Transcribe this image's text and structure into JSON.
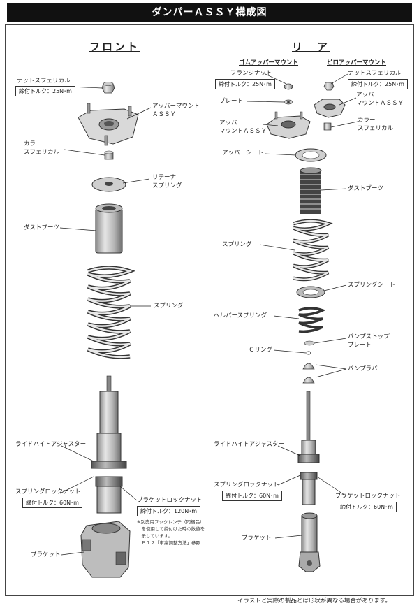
{
  "header": {
    "title": "ダンパーＡＳＳＹ構成図"
  },
  "front": {
    "title": "フロント",
    "labels": {
      "nut_spherical": "ナットスフェリカル",
      "nut_torque": "締付トルク：25N･m",
      "upper_mount": "アッパーマウント\nＡＳＳＹ",
      "collar_spherical": "カラー\nスフェリカル",
      "retainer_spring": "リテーナ\nスプリング",
      "dust_boots": "ダストブーツ",
      "spring": "スプリング",
      "ride_height_adjuster": "ライドハイトアジャスター",
      "spring_lock_nut": "スプリングロックナット",
      "spring_lock_torque": "締付トルク：60N･m",
      "bracket_lock_nut": "ブラケットロックナット",
      "bracket_lock_torque": "締付トルク：120N･m",
      "bracket_note": "※別売用フックレンチ（同梱品）\n　を使用して締付けた時の数値を\n　示しています。\n　Ｐ１２「車高調整方法」参照",
      "bracket": "ブラケット"
    }
  },
  "rear": {
    "title": "リ　ア",
    "rubber_mount": "ゴムアッパーマウント",
    "pillow_mount": "ピロアッパーマウント",
    "labels": {
      "flange_nut": "フランジナット",
      "flange_torque": "締付トルク：25N･m",
      "nut_spherical": "ナットスフェリカル",
      "nut_torque": "締付トルク：25N･m",
      "plate": "プレート",
      "upper_mount_rubber": "アッパー\nマウントＡＳＳＹ",
      "upper_mount_pillow": "アッパー\nマウントＡＳＳＹ",
      "collar_spherical": "カラー\nスフェリカル",
      "upper_seat": "アッパーシート",
      "dust_boots": "ダストブーツ",
      "spring": "スプリング",
      "spring_seat": "スプリングシート",
      "helper_spring": "ヘルパースプリング",
      "bump_stop_plate": "バンプストップ\nプレート",
      "c_ring": "Ｃリング",
      "bump_rubber": "バンプラバー",
      "ride_height_adjuster": "ライドハイトアジャスター",
      "spring_lock_nut": "スプリングロックナット",
      "spring_lock_torque": "締付トルク：60N･m",
      "bracket_lock_nut": "ブラケットロックナット",
      "bracket_lock_torque": "締付トルク：60N･m",
      "bracket": "ブラケット"
    }
  },
  "footer": {
    "disclaimer": "イラストと実際の製品とは形状が異なる場合があります。"
  }
}
